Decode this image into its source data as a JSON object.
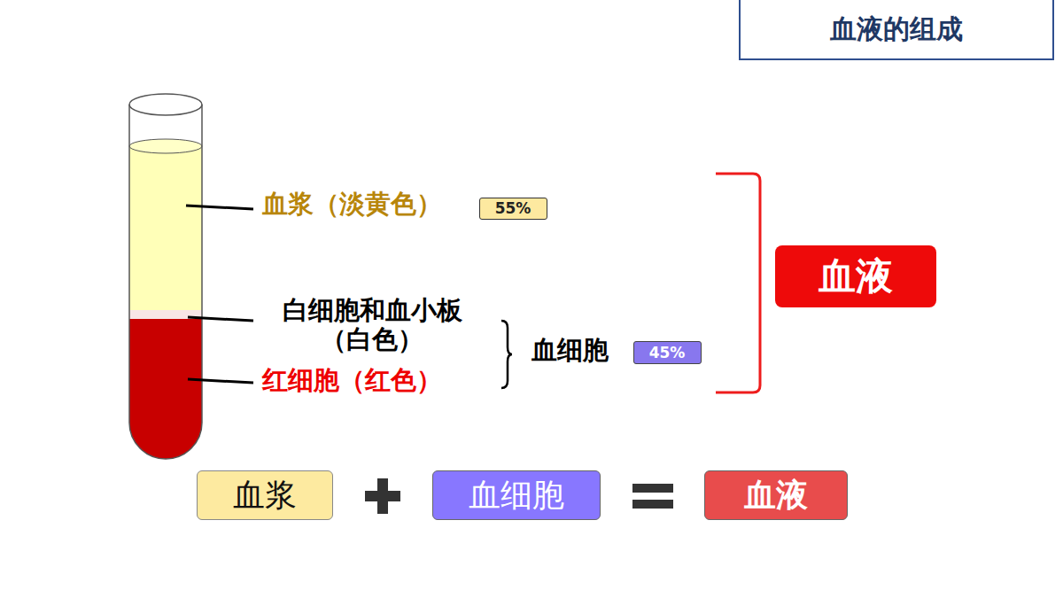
{
  "diagram": {
    "title": "血液的组成",
    "nodes": [
      {
        "text": [
          "55%"
        ]
      },
      {
        "text": [
          "血液"
        ]
      },
      {
        "text": [
          "45%"
        ]
      },
      {
        "text": [
          "血浆"
        ]
      },
      {
        "text": [
          "血细胞"
        ]
      },
      {
        "text": [
          "血液"
        ]
      }
    ],
    "labels": [
      "血浆（淡黄色）",
      "白细胞和血小板 （白色）",
      "红细胞（红色）",
      "血细胞"
    ]
  }
}
